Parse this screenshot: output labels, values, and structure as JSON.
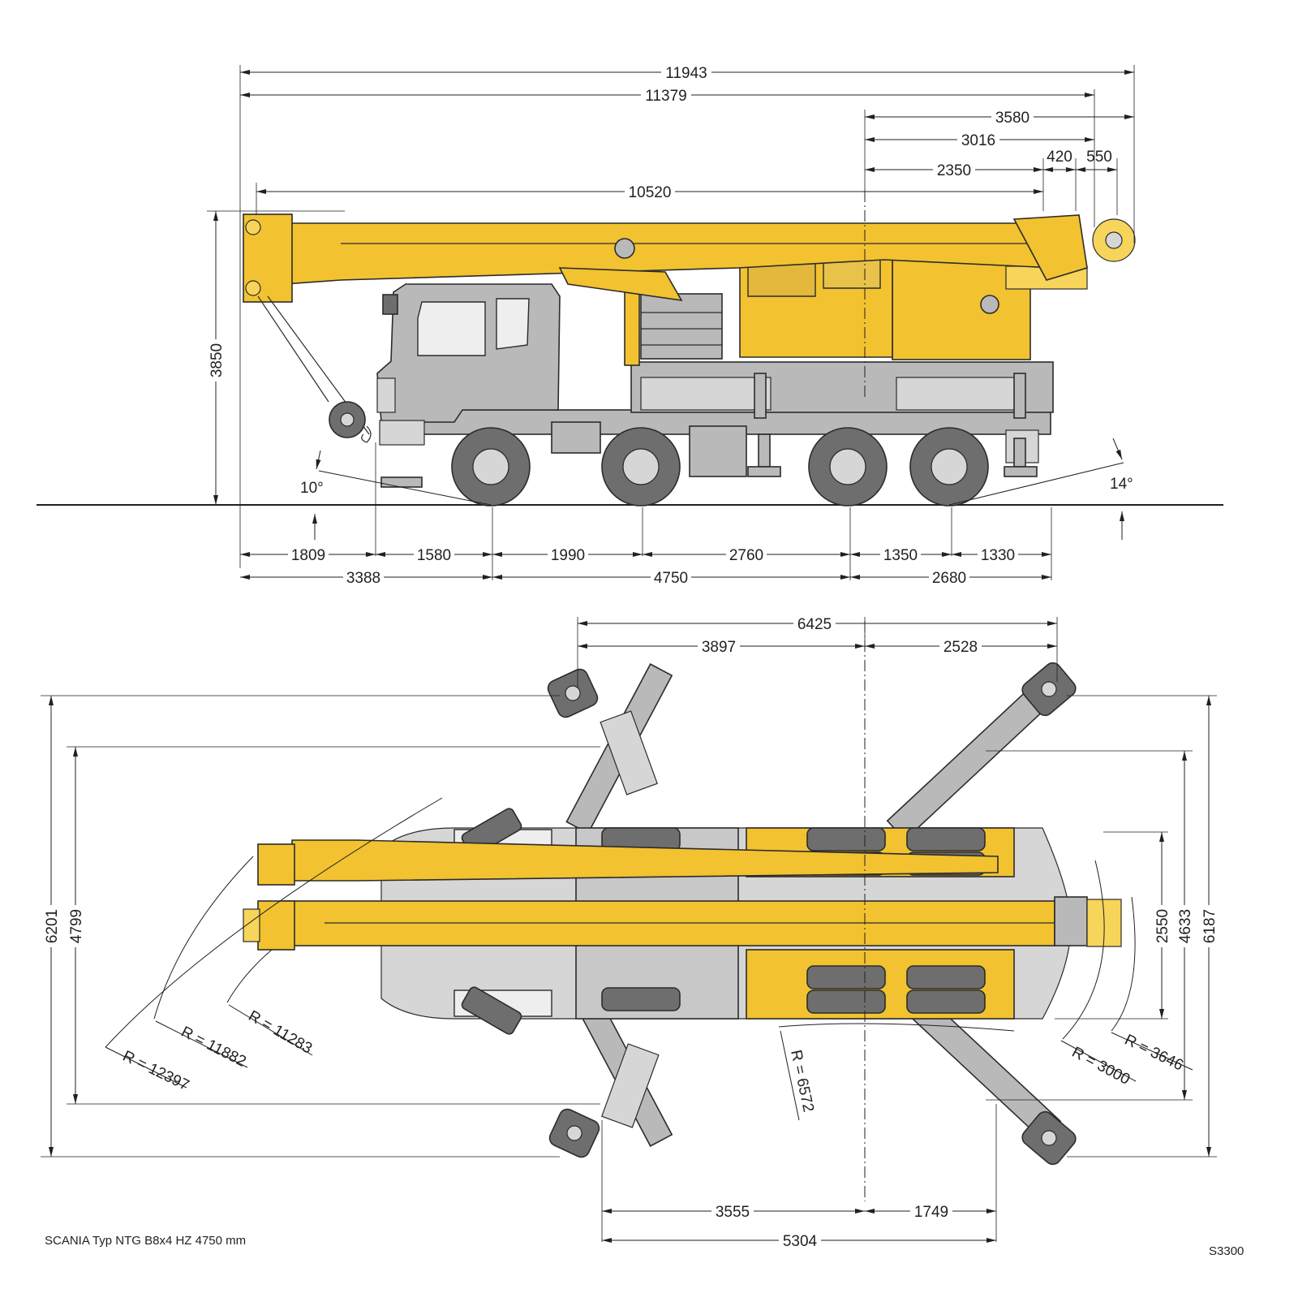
{
  "side_view": {
    "dims": {
      "overall_length": "11943",
      "boom_length": "11379",
      "rear_3580": "3580",
      "rear_3016": "3016",
      "rear_2350": "2350",
      "rear_420": "420",
      "rear_550": "550",
      "boom_10520": "10520",
      "height": "3850",
      "approach_angle": "10°",
      "departure_angle": "14°",
      "overhang_front": "1809",
      "axle_1580": "1580",
      "axle_1990": "1990",
      "axle_2760": "2760",
      "axle_1350": "1350",
      "axle_1330": "1330",
      "sum_3388": "3388",
      "sum_4750": "4750",
      "sum_2680": "2680"
    }
  },
  "top_view": {
    "dims": {
      "outrigger_6425": "6425",
      "outrigger_3897": "3897",
      "outrigger_2528": "2528",
      "width_6201": "6201",
      "width_4799": "4799",
      "width_2550": "2550",
      "width_4633": "4633",
      "width_6187": "6187",
      "bottom_3555": "3555",
      "bottom_1749": "1749",
      "bottom_5304": "5304"
    },
    "radii": {
      "r_12397": "R = 12397",
      "r_11882": "R = 11882",
      "r_11283": "R = 11283",
      "r_6572": "R = 6572",
      "r_3000": "R = 3000",
      "r_3646": "R = 3646"
    }
  },
  "caption": "SCANIA Typ NTG B8x4 HZ 4750 mm",
  "drawing_code": "S3300",
  "colors": {
    "crane_yellow": "#f2c230",
    "chassis_gray": "#b9b9b9",
    "tire_gray": "#6e6e6e"
  }
}
